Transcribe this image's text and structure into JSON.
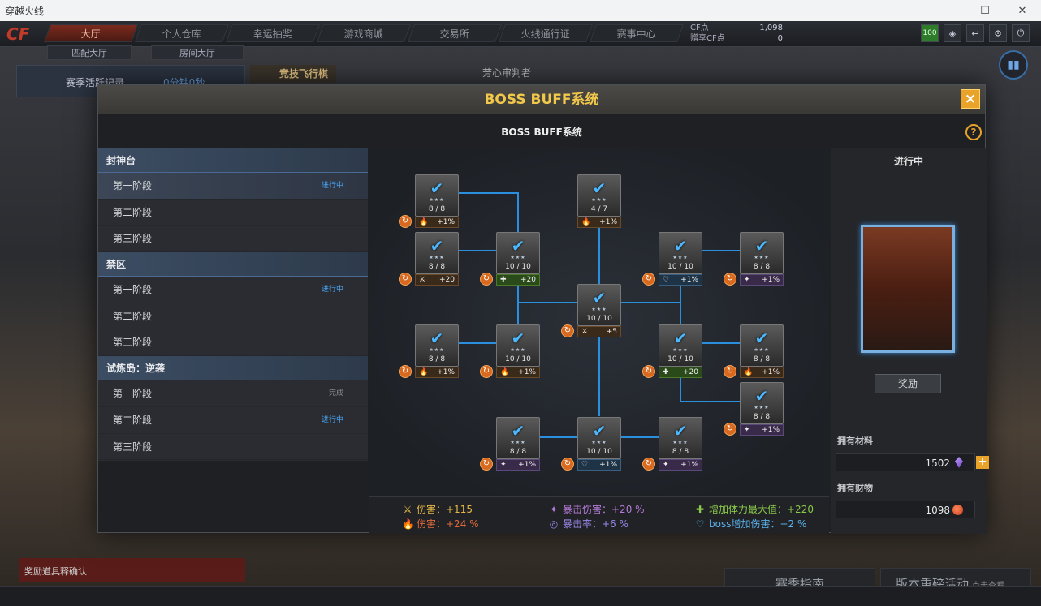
{
  "window": {
    "title": "穿越火线"
  },
  "nav": {
    "tabs": [
      "大厅",
      "个人仓库",
      "幸运抽奖",
      "游戏商城",
      "交易所",
      "火线通行证",
      "赛事中心"
    ],
    "sub_tabs": [
      "匹配大厅",
      "房间大厅"
    ],
    "cf_label": "CF点",
    "bind_cf_label": "赠享CF点",
    "cf_value": "1,098",
    "bind_cf_value": "0",
    "level_badge": "100"
  },
  "background": {
    "season_record": "赛季活跃记录",
    "season_time": "0分钟0秒",
    "race_badge": "竞技飞行棋",
    "judge_text": "芳心审判者",
    "bottom_left": "奖励道具释确认",
    "season_guide": "赛季指南",
    "version_event": "版本重磅活动",
    "version_hint": "点击查看"
  },
  "modal": {
    "title": "BOSS BUFF系统",
    "subtitle": "BOSS BUFF系统",
    "close_label": "×",
    "help_label": "?"
  },
  "stage_groups": [
    {
      "name": "封神台",
      "stages": [
        {
          "label": "第一阶段",
          "status": "进行中",
          "state": "progress",
          "selected": true
        },
        {
          "label": "第二阶段",
          "status": "",
          "state": ""
        },
        {
          "label": "第三阶段",
          "status": "",
          "state": ""
        }
      ]
    },
    {
      "name": "禁区",
      "stages": [
        {
          "label": "第一阶段",
          "status": "进行中",
          "state": "progress"
        },
        {
          "label": "第二阶段",
          "status": "",
          "state": ""
        },
        {
          "label": "第三阶段",
          "status": "",
          "state": ""
        }
      ]
    },
    {
      "name": "试炼岛：逆袭",
      "stages": [
        {
          "label": "第一阶段",
          "status": "完成",
          "state": "done"
        },
        {
          "label": "第二阶段",
          "status": "进行中",
          "state": "progress"
        },
        {
          "label": "第三阶段",
          "status": "",
          "state": ""
        }
      ]
    }
  ],
  "tree_nodes": [
    {
      "count": "8 / 8",
      "buff": "+1%",
      "type": "fire"
    },
    {
      "count": "4 / 7",
      "buff": "+1%",
      "type": "fire"
    },
    {
      "count": "8 / 8",
      "buff": "+20",
      "type": "sword"
    },
    {
      "count": "10 / 10",
      "buff": "+20",
      "type": "green"
    },
    {
      "count": "10 / 10",
      "buff": "+1%",
      "type": "blue"
    },
    {
      "count": "8 / 8",
      "buff": "+1%",
      "type": "purple"
    },
    {
      "count": "10 / 10",
      "buff": "+5",
      "type": "sword"
    },
    {
      "count": "8 / 8",
      "buff": "+1%",
      "type": "fire"
    },
    {
      "count": "10 / 10",
      "buff": "+1%",
      "type": "fire"
    },
    {
      "count": "10 / 10",
      "buff": "+20",
      "type": "green"
    },
    {
      "count": "8 / 8",
      "buff": "+1%",
      "type": "fire"
    },
    {
      "count": "8 / 8",
      "buff": "+1%",
      "type": "purple"
    },
    {
      "count": "8 / 8",
      "buff": "+1%",
      "type": "purple"
    },
    {
      "count": "10 / 10",
      "buff": "+1%",
      "type": "blue"
    },
    {
      "count": "8 / 8",
      "buff": "+1%",
      "type": "purple"
    }
  ],
  "stats": [
    {
      "label": "伤害：+115",
      "color": "#e8b844",
      "icon": "sword-icon"
    },
    {
      "label": "伤害：+24 %",
      "color": "#e06a3a",
      "icon": "fire-icon"
    },
    {
      "label": "暴击伤害：+20 %",
      "color": "#b67ad8",
      "icon": "crit-damage-icon"
    },
    {
      "label": "暴击率：+6 %",
      "color": "#9a86e8",
      "icon": "crit-rate-icon"
    },
    {
      "label": "增加体力最大值：+220",
      "color": "#8ac84a",
      "icon": "health-icon"
    },
    {
      "label": "boss增加伤害：+2 %",
      "color": "#5ab0e8",
      "icon": "boss-damage-icon"
    }
  ],
  "right_panel": {
    "status": "进行中",
    "reward_label": "奖励",
    "material_label": "拥有材料",
    "material_value": "1502",
    "wealth_label": "拥有财物",
    "wealth_value": "1098"
  }
}
